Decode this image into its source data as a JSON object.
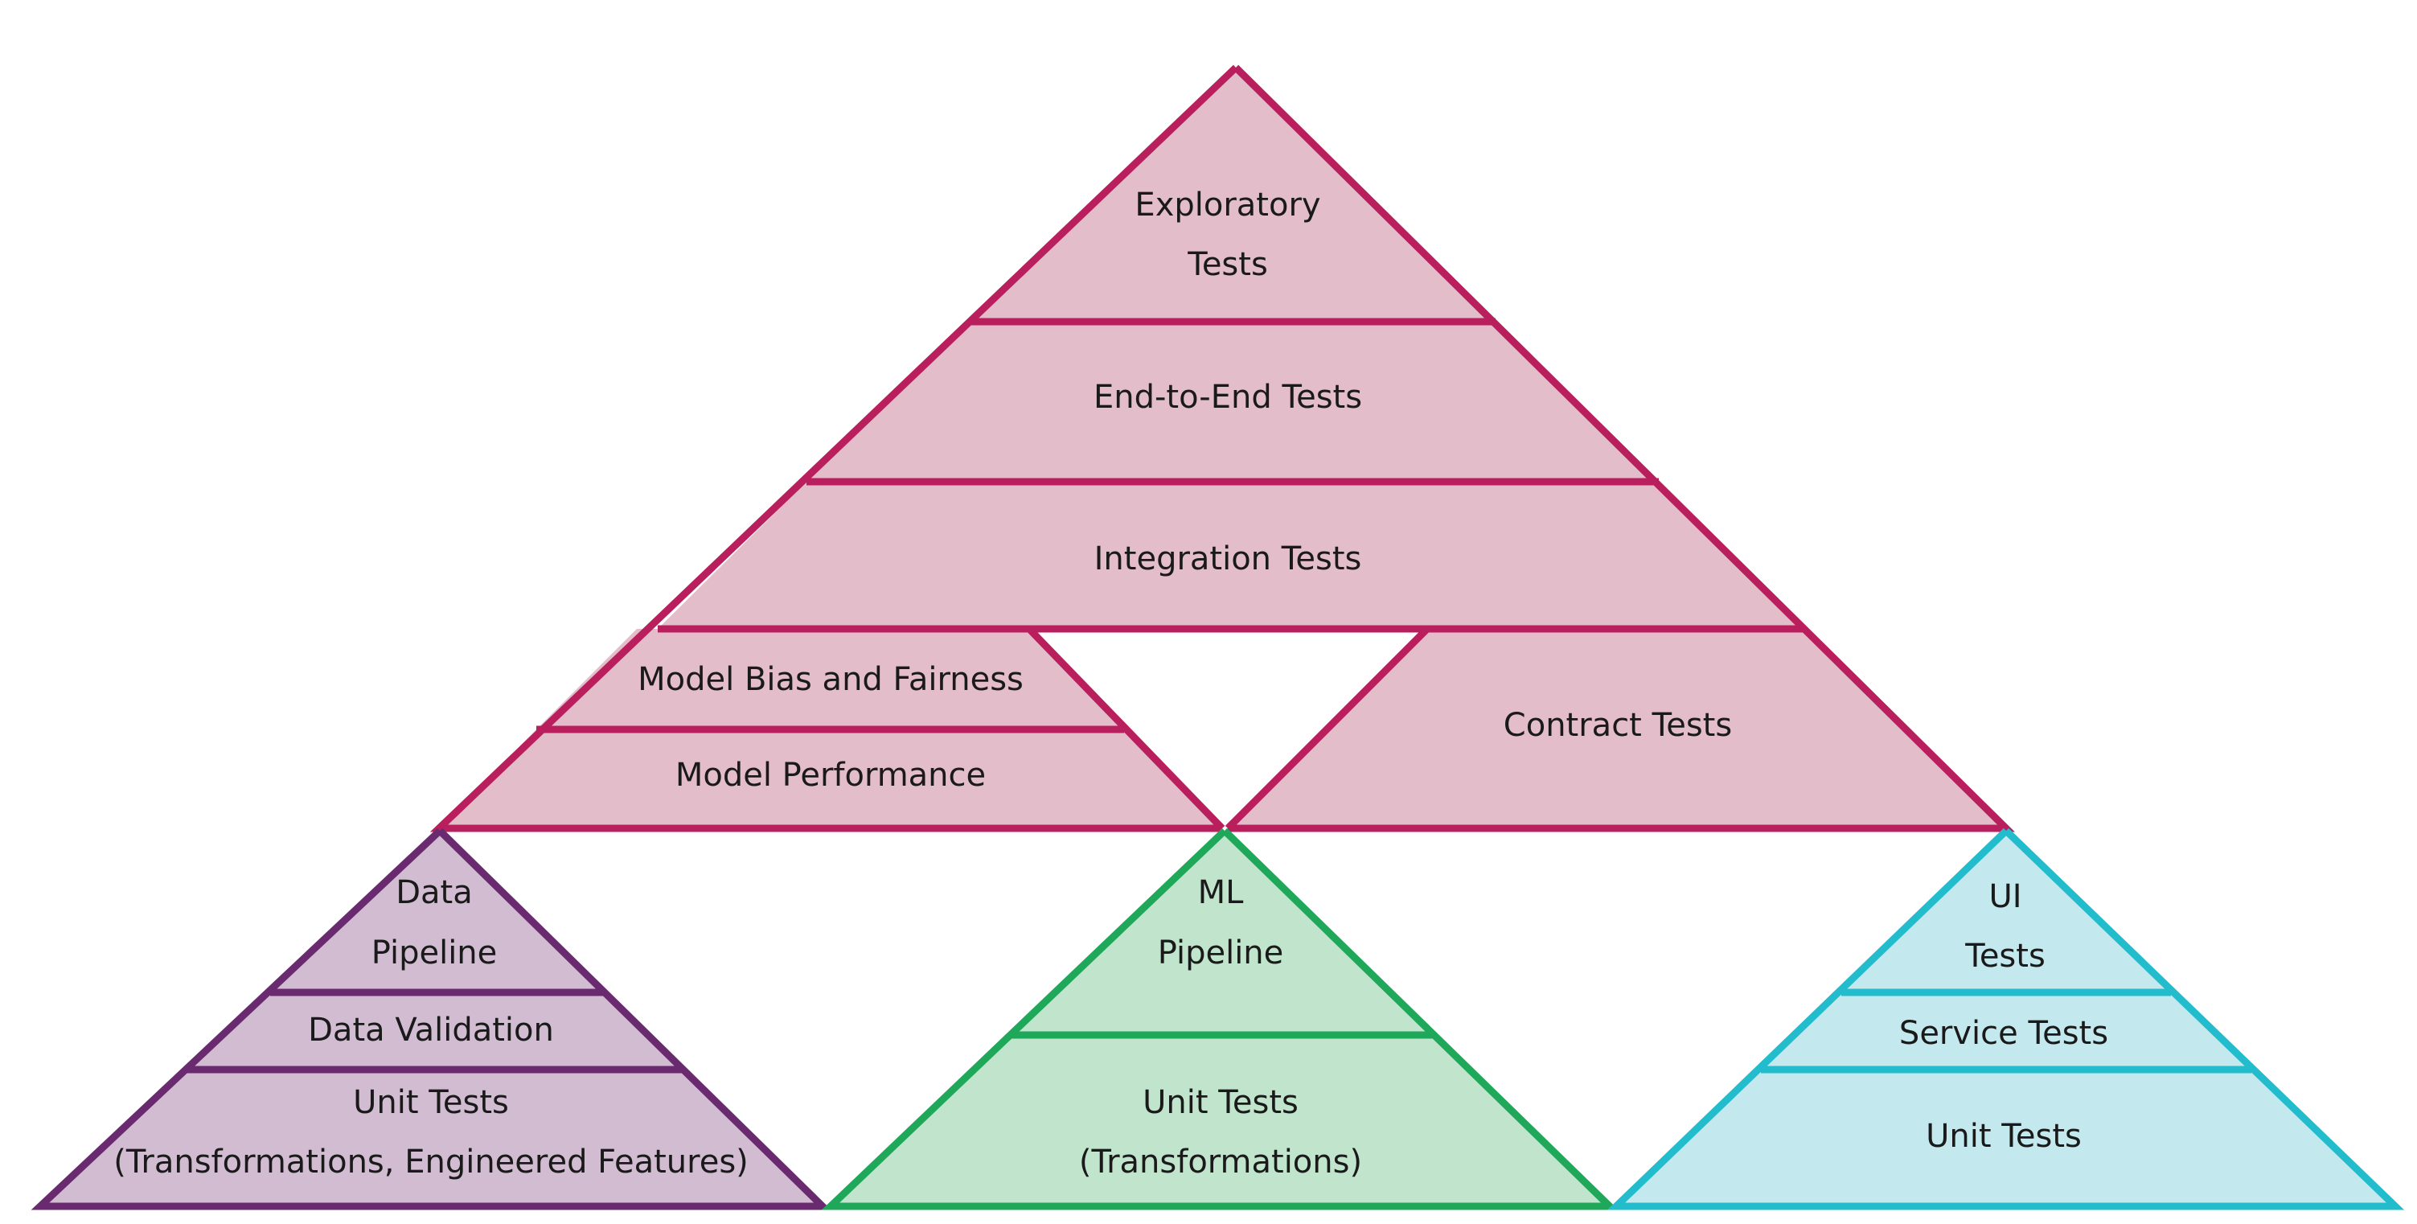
{
  "colors": {
    "main_stroke": "#b81f5c",
    "main_fill": "#e3bdc9",
    "data_stroke": "#6a2a6f",
    "data_fill": "#d2bcd2",
    "ml_stroke": "#20a85a",
    "ml_fill": "#c1e5cc",
    "ui_stroke": "#22bccc",
    "ui_fill": "#c3e9ee"
  },
  "main_pyramid": {
    "exploratory": [
      "Exploratory",
      "Tests"
    ],
    "end_to_end": "End-to-End Tests",
    "integration": "Integration Tests",
    "model_bias": "Model Bias and Fairness",
    "model_performance": "Model Performance",
    "contract": "Contract Tests"
  },
  "data_pyramid": {
    "top": [
      "Data",
      "Pipeline"
    ],
    "middle": "Data Validation",
    "bottom": [
      "Unit Tests",
      "(Transformations, Engineered Features)"
    ]
  },
  "ml_pyramid": {
    "top": [
      "ML",
      "Pipeline"
    ],
    "bottom": [
      "Unit Tests",
      "(Transformations)"
    ]
  },
  "ui_pyramid": {
    "top": [
      "UI",
      "Tests"
    ],
    "middle": "Service Tests",
    "bottom": "Unit Tests"
  }
}
